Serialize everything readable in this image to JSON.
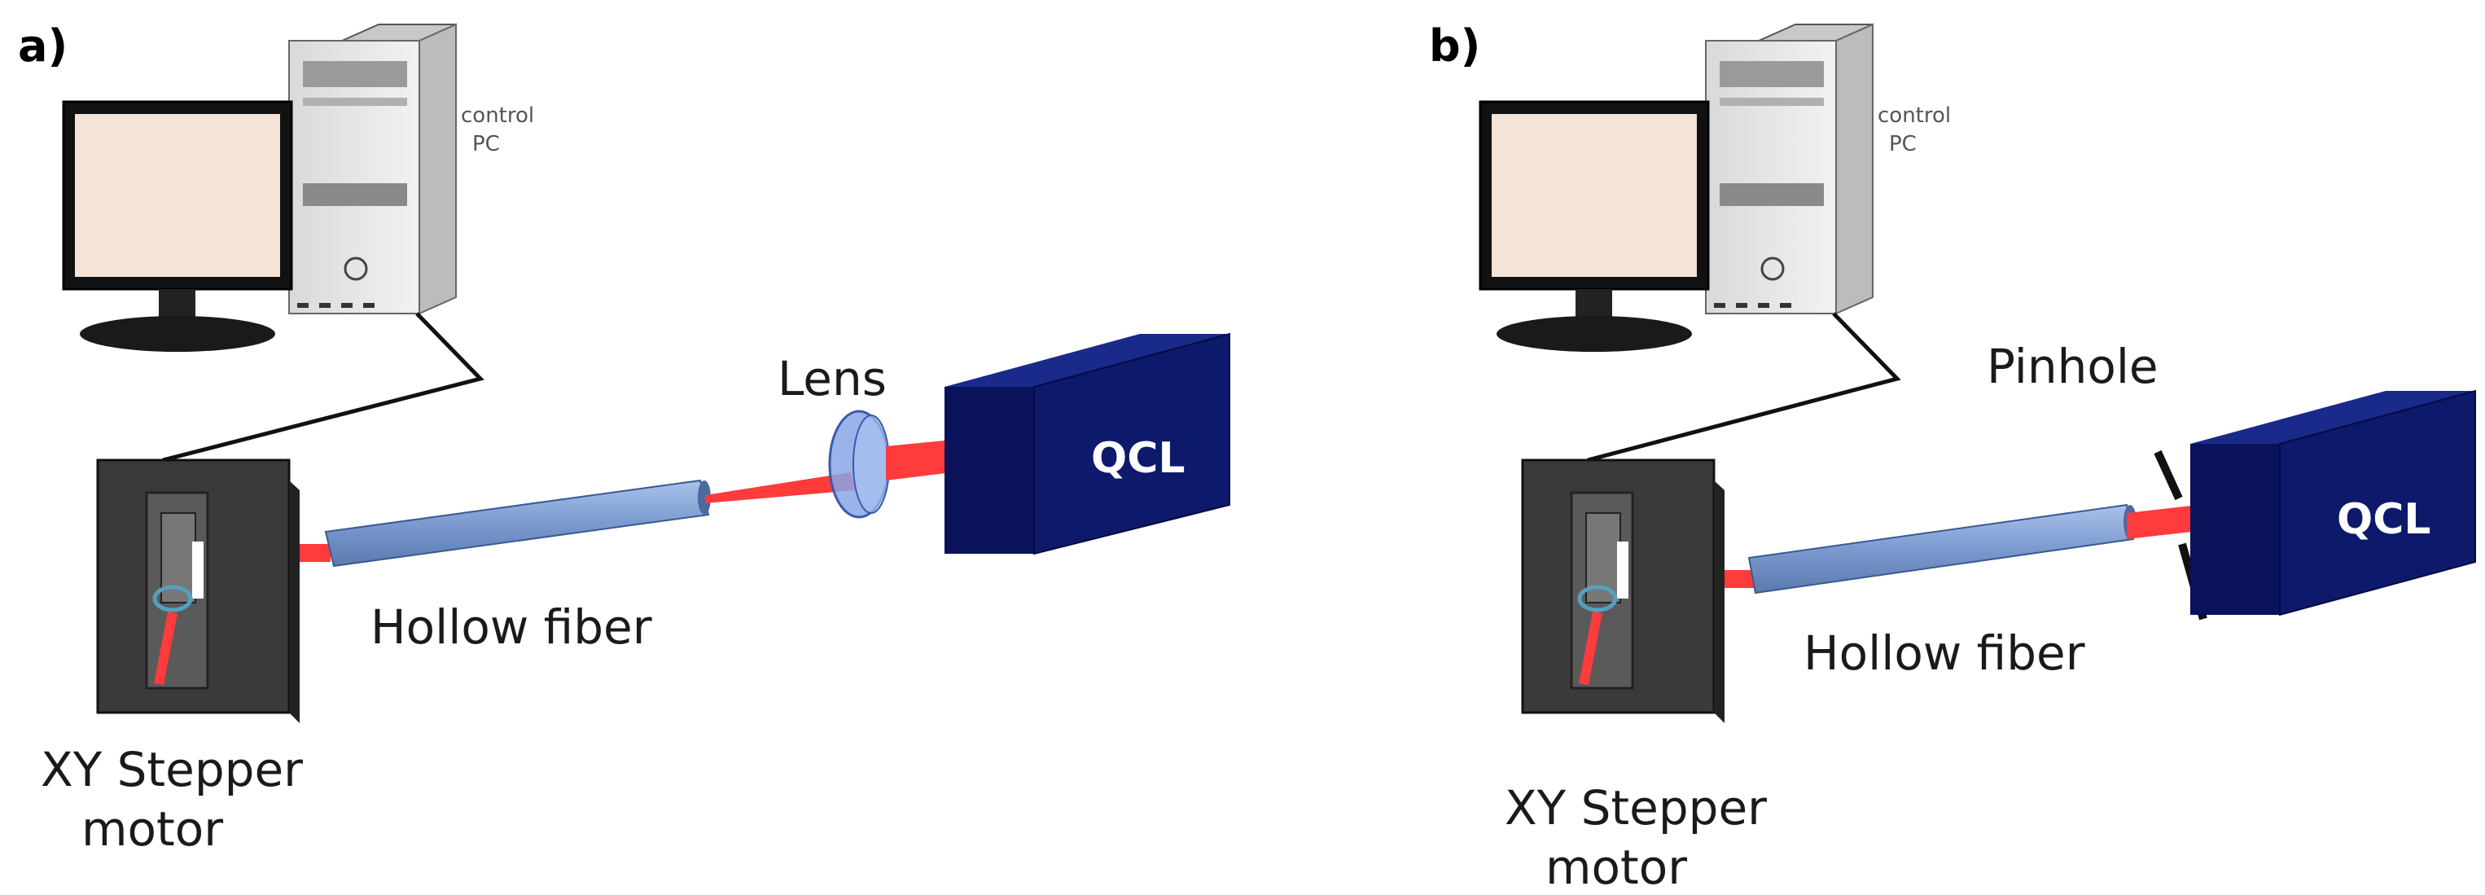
{
  "panels": [
    {
      "id": "a",
      "panel_label": "a)",
      "pc_label_line1": "control",
      "pc_label_line2": "PC",
      "lens_label": "Lens",
      "laser_label": "QCL",
      "fiber_label": "Hollow fiber",
      "stage_label_line1": "XY Stepper",
      "stage_label_line2": "motor"
    },
    {
      "id": "b",
      "panel_label": "b)",
      "pc_label_line1": "control",
      "pc_label_line2": "PC",
      "pinhole_label": "Pinhole",
      "laser_label": "QCL",
      "fiber_label": "Hollow fiber",
      "stage_label_line1": "XY Stepper",
      "stage_label_line2": "motor"
    }
  ],
  "colors": {
    "qcl_box": "#0d1a6b",
    "fiber": "#7a9ad0",
    "laser_beam": "#ff3b3b",
    "monitor_screen": "#f4e3d6",
    "stepper_body": "#3a3a3a",
    "lens": "#8aa6e8"
  }
}
